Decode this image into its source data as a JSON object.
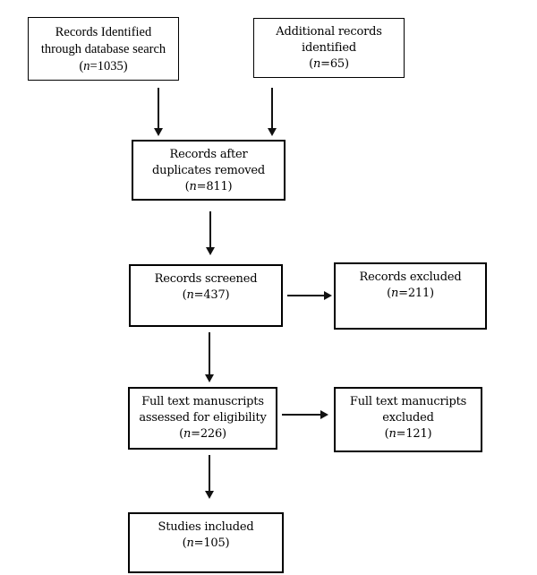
{
  "diagram": {
    "type": "flowchart",
    "colors": {
      "line": "#000000",
      "background": "#ffffff",
      "text": "#000000"
    },
    "boxes": {
      "records_identified": {
        "line1": "Records Identified",
        "line2": "through database search",
        "n_open": "(",
        "n": "n",
        "n_rest": "=1035)"
      },
      "additional_records": {
        "line1": "Additional records",
        "line2": "identified",
        "n_open": "(",
        "n": "n",
        "n_rest": "=65)"
      },
      "duplicates_removed": {
        "line1": "Records after",
        "line2": "duplicates removed",
        "n_open": "(",
        "n": "n",
        "n_rest": "=811)"
      },
      "records_screened": {
        "line1": "Records screened",
        "n_open": "(",
        "n": "n",
        "n_rest": "=437)"
      },
      "records_excluded": {
        "line1": "Records excluded",
        "n_open": "(",
        "n": "n",
        "n_rest": "=211)"
      },
      "fulltext_assessed": {
        "line1": "Full text manuscripts",
        "line2": "assessed for eligibility",
        "n_open": "(",
        "n": "n",
        "n_rest": "=226)"
      },
      "fulltext_excluded": {
        "line1": "Full text manucripts",
        "line2": "excluded",
        "n_open": "(",
        "n": "n",
        "n_rest": "=121)"
      },
      "studies_included": {
        "line1": "Studies included",
        "n_open": "(",
        "n": "n",
        "n_rest": "=105)"
      }
    },
    "connections": [
      {
        "from": "records_identified",
        "to": "duplicates_removed"
      },
      {
        "from": "additional_records",
        "to": "duplicates_removed"
      },
      {
        "from": "duplicates_removed",
        "to": "records_screened"
      },
      {
        "from": "records_screened",
        "to": "records_excluded"
      },
      {
        "from": "records_screened",
        "to": "fulltext_assessed"
      },
      {
        "from": "fulltext_assessed",
        "to": "fulltext_excluded"
      },
      {
        "from": "fulltext_assessed",
        "to": "studies_included"
      }
    ]
  }
}
